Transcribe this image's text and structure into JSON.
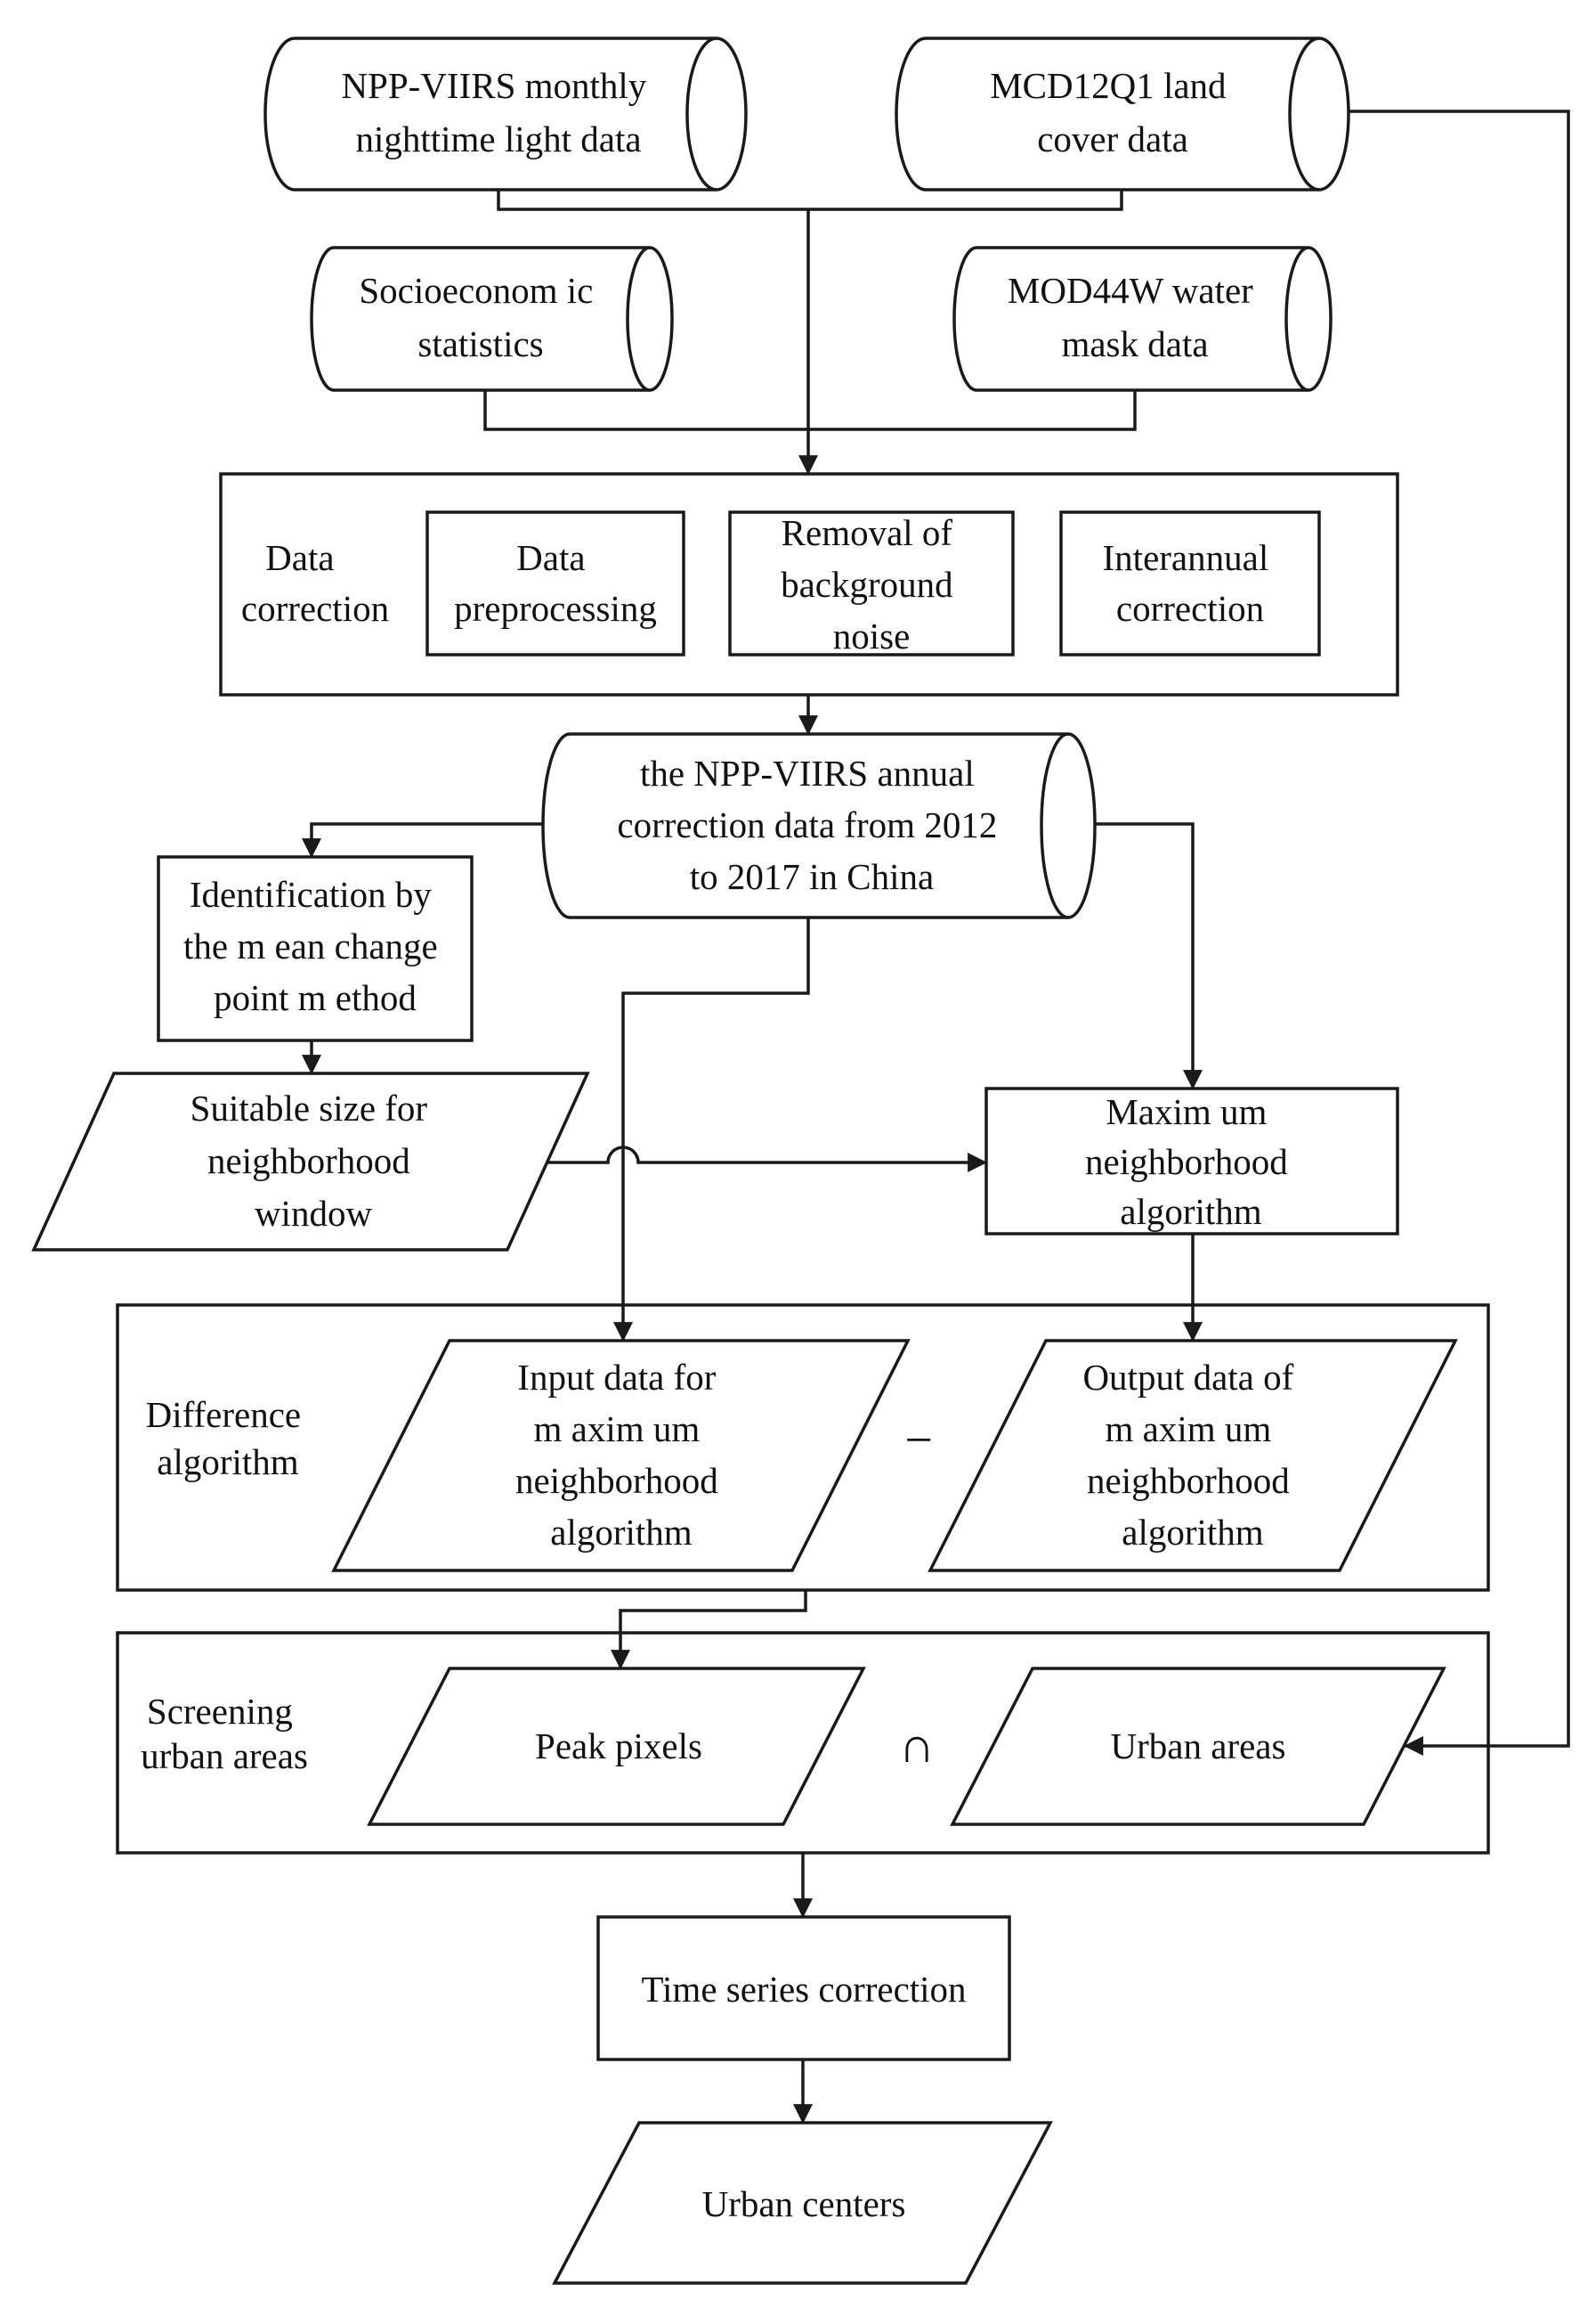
{
  "sources": {
    "npp_viirs_monthly": [
      "NPP-VIIRS monthly",
      "nighttime  light  data"
    ],
    "mcd12q1": [
      "MCD12Q1 land",
      "cover data"
    ],
    "socioeconomic": [
      "Socioeconom ic",
      "statistics"
    ],
    "mod44w": [
      "MOD44W water",
      "mask data"
    ]
  },
  "data_correction": {
    "label": [
      "Data",
      "correction"
    ],
    "preprocessing": [
      "Data",
      "preprocessing"
    ],
    "background_noise": [
      "Removal of",
      "background",
      "noise"
    ],
    "interannual": [
      "Interannual",
      "correction"
    ]
  },
  "annual_data": [
    "the NPP-VIIRS annual",
    "correction data from 2012",
    "to 2017 in China"
  ],
  "identification": [
    "Identification by",
    "the m ean change",
    "point m ethod"
  ],
  "window_size": [
    "Suitable size for",
    "neighborhood",
    "window"
  ],
  "max_neighborhood": [
    "Maxim um",
    "neighborhood",
    "algorithm"
  ],
  "difference": {
    "label": [
      "Difference",
      "algorithm"
    ],
    "input": [
      "Input data for",
      "m axim um",
      "neighborhood",
      "algorithm"
    ],
    "operator": "−",
    "output": [
      "Output data of",
      "m axim um",
      "neighborhood",
      "algorithm"
    ]
  },
  "screening": {
    "label": [
      "Screening",
      "urban areas"
    ],
    "peak_pixels": "Peak pixels",
    "operator": "∩",
    "urban_areas": "Urban areas"
  },
  "time_series": "Time series correction",
  "urban_centers": "Urban centers"
}
